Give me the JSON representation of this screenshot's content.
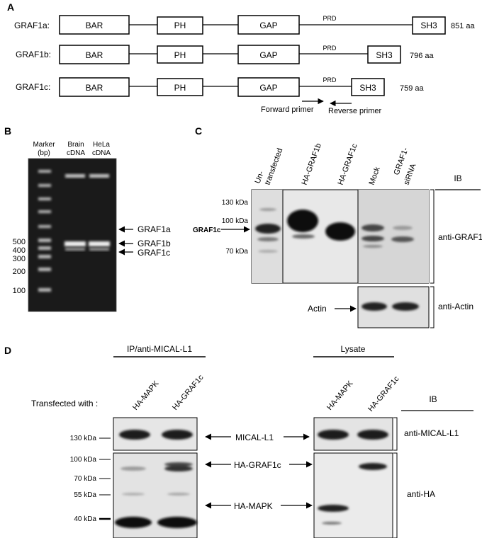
{
  "panel_a": {
    "letter": "A",
    "rows": [
      {
        "name": "GRAF1a:",
        "domains": [
          "BAR",
          "PH",
          "GAP"
        ],
        "prd": "PRD",
        "sh3": "SH3",
        "length": "851 aa"
      },
      {
        "name": "GRAF1b:",
        "domains": [
          "BAR",
          "PH",
          "GAP"
        ],
        "prd": "PRD",
        "sh3": "SH3",
        "length": "796 aa"
      },
      {
        "name": "GRAF1c:",
        "domains": [
          "BAR",
          "PH",
          "GAP"
        ],
        "prd": "PRD",
        "sh3": "SH3",
        "length": "759 aa"
      }
    ],
    "forward_primer": "Forward primer",
    "reverse_primer": "Reverse primer"
  },
  "panel_b": {
    "letter": "B",
    "marker_header": [
      "Marker",
      "(bp)"
    ],
    "lane_headers": [
      [
        "Brain",
        "cDNA"
      ],
      [
        "HeLa",
        "cDNA"
      ]
    ],
    "size_labels": [
      "500",
      "400",
      "300",
      "200",
      "100"
    ],
    "band_labels": [
      "GRAF1a",
      "GRAF1b",
      "GRAF1c"
    ]
  },
  "panel_c": {
    "letter": "C",
    "lane_headers": [
      "Un-",
      "transfected",
      "HA-GRAF1b",
      "HA-GRAF1c",
      "Mock",
      "GRAF1-",
      "siRNA"
    ],
    "ib_header": "IB",
    "kda_labels": [
      "130 kDa",
      "100 kDa",
      "70 kDa"
    ],
    "graf1c_label": "GRAF1c",
    "actin_label": "Actin",
    "antibodies": [
      "anti-GRAF1",
      "anti-Actin"
    ]
  },
  "panel_d": {
    "letter": "D",
    "ip_header": "IP/anti-MICAL-L1",
    "lysate_header": "Lysate",
    "transfected_label": "Transfected with :",
    "lane_headers": [
      "HA-MAPK",
      "HA-GRAF1c",
      "HA-MAPK",
      "HA-GRAF1c"
    ],
    "ib_header": "IB",
    "kda_labels": [
      "130 kDa",
      "100 kDa",
      "70 kDa",
      "55 kDa",
      "40 kDa"
    ],
    "protein_labels": [
      "MICAL-L1",
      "HA-GRAF1c",
      "HA-MAPK"
    ],
    "antibodies": [
      "anti-MICAL-L1",
      "anti-HA"
    ]
  }
}
